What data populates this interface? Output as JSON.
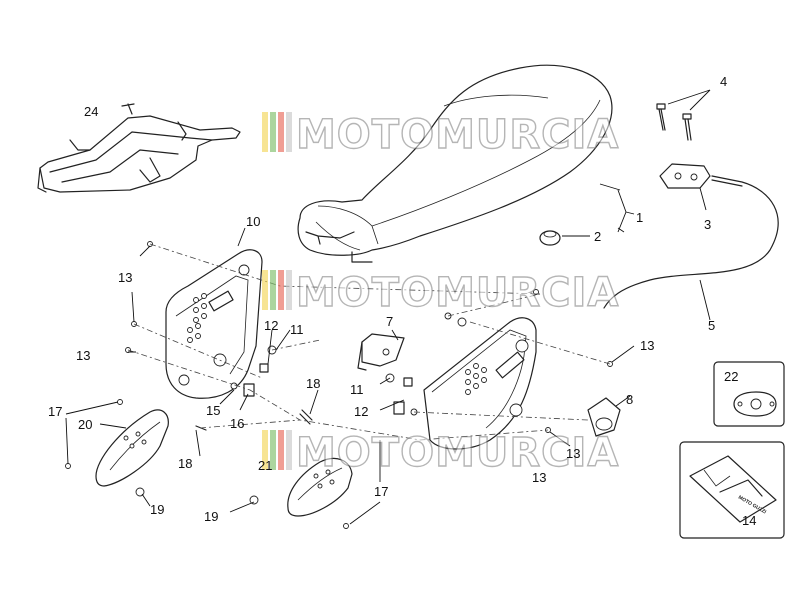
{
  "callouts": {
    "c1": "1",
    "c2": "2",
    "c3": "3",
    "c4": "4",
    "c5": "5",
    "c7": "7",
    "c8": "8",
    "c10": "10",
    "c11a": "11",
    "c11b": "11",
    "c12a": "12",
    "c12b": "12",
    "c13a": "13",
    "c13b": "13",
    "c13c": "13",
    "c13d": "13",
    "c13e": "13",
    "c14": "14",
    "c15": "15",
    "c16": "16",
    "c17a": "17",
    "c17b": "17",
    "c18a": "18",
    "c18b": "18",
    "c19a": "19",
    "c19b": "19",
    "c20": "20",
    "c21": "21",
    "c22": "22",
    "c24": "24"
  },
  "watermark": {
    "text": "MOTOMURCIA",
    "colors": [
      "#f2d65a",
      "#7fbf6a",
      "#e86a5a",
      "#c8c8c8"
    ]
  },
  "inset_14": {
    "label": "MOTO GUZZI"
  }
}
